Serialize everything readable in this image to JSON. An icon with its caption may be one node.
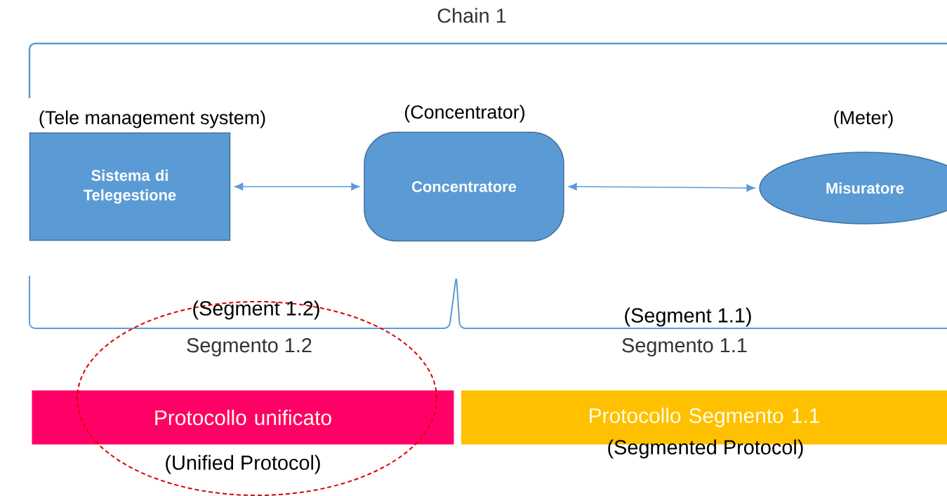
{
  "diagram": {
    "nodes": [
      {
        "text": [
          "(Tele management system)",
          "Sistema di Telegestione"
        ]
      },
      {
        "text": [
          "(Concentrator)",
          "Concentratore"
        ]
      },
      {
        "text": [
          "(Meter)",
          "Misuratore"
        ]
      },
      {
        "text": [
          "Protocollo unificato"
        ],
        "beside": [
          "(Unified Protocol)"
        ]
      },
      {
        "text": [
          "Protocollo Segmento 1.1"
        ],
        "beside": [
          "(Segmented Protocol)"
        ]
      }
    ],
    "edges": [
      {
        "from": 0,
        "to": 1,
        "arrow": "both"
      },
      {
        "from": 1,
        "to": 2,
        "arrow": "both"
      }
    ],
    "labels": [
      "Chain 1",
      "(Segment 1.2)",
      "Segmento 1.2",
      "(Segment 1.1)",
      "Segmento 1.1"
    ]
  }
}
